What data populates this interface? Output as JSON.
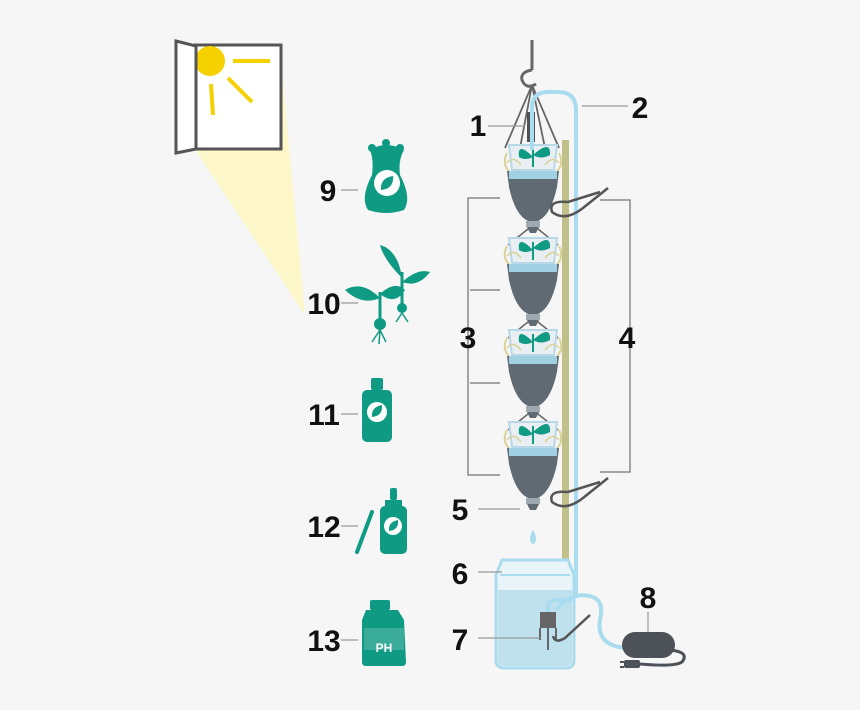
{
  "callouts": [
    "1",
    "2",
    "3",
    "4",
    "5",
    "6",
    "7",
    "8",
    "9",
    "10",
    "11",
    "12",
    "13"
  ],
  "icons": {
    "sun": "sun-icon",
    "window": "window-icon",
    "soil_bag": "soil-bag-icon",
    "seedlings": "seedlings-icon",
    "nutrient_bottle": "nutrient-bottle-icon",
    "dropper_bottle": "dropper-bottle-icon",
    "ph_jug": "ph-jug-icon",
    "plant_bottle": "plant-bottle-icon",
    "reservoir": "water-reservoir-icon",
    "air_pump": "air-pump-icon",
    "hook": "hanging-hook-icon",
    "ph_label": "PH"
  },
  "colors": {
    "teal": "#0f9a83",
    "tube": "#a9dcee",
    "bottle": "#5f6a72",
    "pole": "#c1c08a",
    "sun": "#f5d100",
    "light_beam": "#fdf7c9",
    "line": "#555555",
    "pump": "#4c5257"
  }
}
